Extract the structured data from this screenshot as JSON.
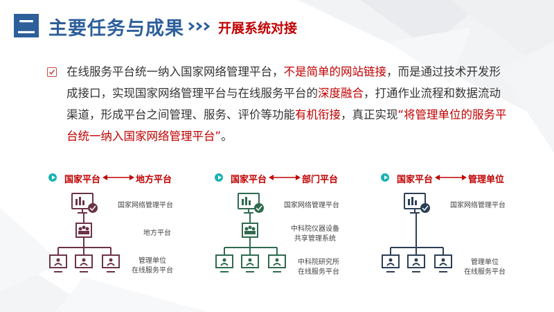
{
  "header": {
    "section_number": "二",
    "title": "主要任务与成果",
    "subtitle": "开展系统对接"
  },
  "paragraph": {
    "segments": [
      {
        "text": "在线服务平台统一纳入国家网络管理平台，",
        "highlight": false
      },
      {
        "text": "不是简单的网站链接",
        "highlight": true
      },
      {
        "text": "，而是通过技术开发形成接口，实现国家网络管理平台与在线服务平台的",
        "highlight": false
      },
      {
        "text": "深度融合",
        "highlight": true
      },
      {
        "text": "，打通作业流程和数据流动渠道，形成平台之间管理、服务、评价等功能",
        "highlight": false
      },
      {
        "text": "有机衔接",
        "highlight": true
      },
      {
        "text": "，真正实现",
        "highlight": false
      },
      {
        "text": "“将管理单位的服务平台统一纳入国家网络管理平台”",
        "highlight": true
      },
      {
        "text": "。",
        "highlight": false
      }
    ]
  },
  "diagrams": [
    {
      "left_label": "国家平台",
      "right_label": "地方平台",
      "color": "#6b3346",
      "top_label": "国家网络管理平台",
      "middle_label": "地方平台",
      "bottom_label_1": "管理单位",
      "bottom_label_2": "在线服务平台"
    },
    {
      "left_label": "国家平台",
      "right_label": "部门平台",
      "color": "#2f6a4f",
      "top_label": "国家网络管理平台",
      "middle_label": "中科院仪器设备",
      "middle_label_2": "共享管理系统",
      "bottom_label_1": "中科院研究所",
      "bottom_label_2": "在线服务平台"
    },
    {
      "left_label": "国家平台",
      "right_label": "管理单位",
      "color": "#2b3f55",
      "top_label": "国家网络管理平台",
      "bottom_label_1": "管理单位",
      "bottom_label_2": "在线服务平台"
    }
  ],
  "colors": {
    "title_blue": "#2d5f9a",
    "accent_red": "#c00000",
    "teal": "#18b3b3"
  }
}
